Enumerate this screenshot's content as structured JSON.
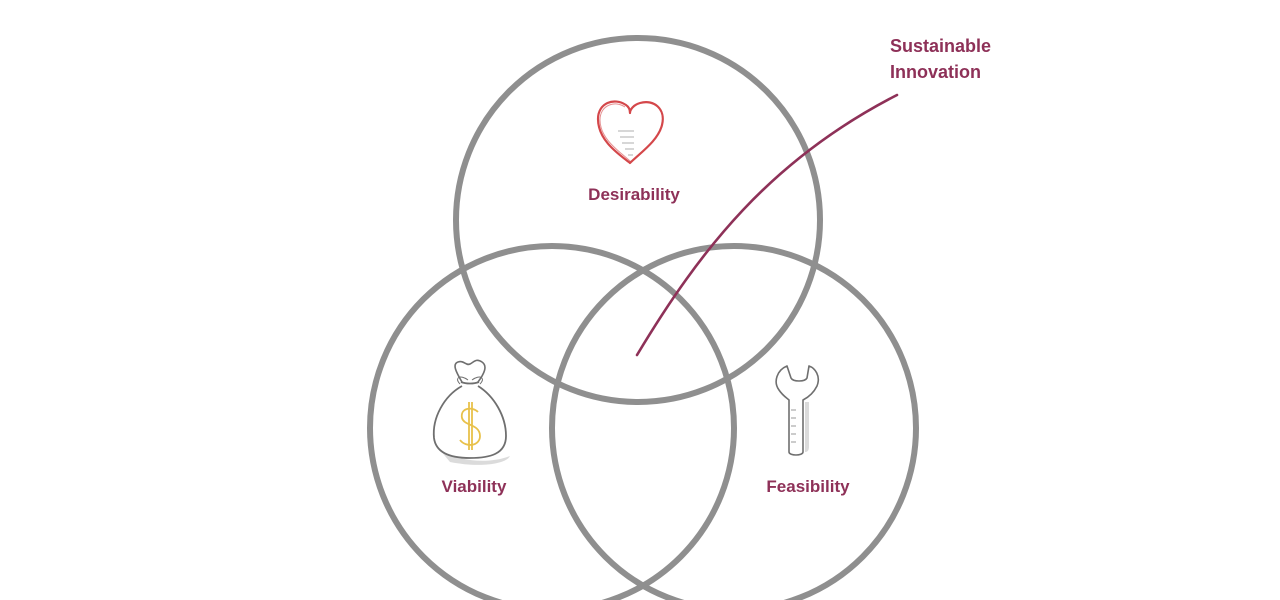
{
  "colors": {
    "circle": "#8f8f8f",
    "label": "#8e3158",
    "heart": "#d4474a",
    "dollar": "#e8c14a",
    "sketch": "#6f6f6f"
  },
  "diagram": {
    "circles": [
      {
        "label": "Desirability",
        "icon": "heart-icon"
      },
      {
        "label": "Viability",
        "icon": "money-bag-icon"
      },
      {
        "label": "Feasibility",
        "icon": "wrench-icon"
      }
    ],
    "intersection_label": {
      "line1": "Sustainable",
      "line2": "Innovation"
    }
  }
}
